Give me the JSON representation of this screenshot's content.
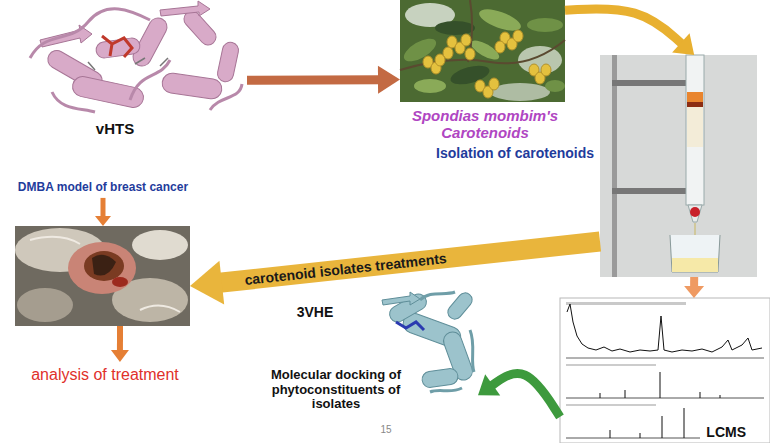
{
  "diagram": {
    "nodes": [
      {
        "text": [
          "vHTS"
        ]
      },
      {
        "text": [
          "Spondias mombim's Carotenoids"
        ]
      },
      {
        "text": [
          "Isolation of carotenoids"
        ]
      },
      {
        "text": [
          "LCMS"
        ]
      },
      {
        "text": [
          "3VHE",
          "Molecular docking of phytoconstituents of isolates"
        ]
      },
      {
        "text": [
          "DMBA model of breast cancer"
        ]
      },
      {
        "text": [
          "analysis of treatment"
        ]
      }
    ],
    "edges": [
      {
        "from": 0,
        "to": 1,
        "arrow": "to"
      },
      {
        "from": 1,
        "to": 2,
        "arrow": "to"
      },
      {
        "from": 2,
        "to": 3,
        "arrow": "to"
      },
      {
        "from": 3,
        "to": 4,
        "arrow": "to"
      },
      {
        "from": 2,
        "to": 5,
        "label": "carotenoid isolates treatments",
        "arrow": "to"
      },
      {
        "from": 5,
        "to": 6,
        "arrow": "to"
      }
    ],
    "labels": [
      "15"
    ]
  }
}
